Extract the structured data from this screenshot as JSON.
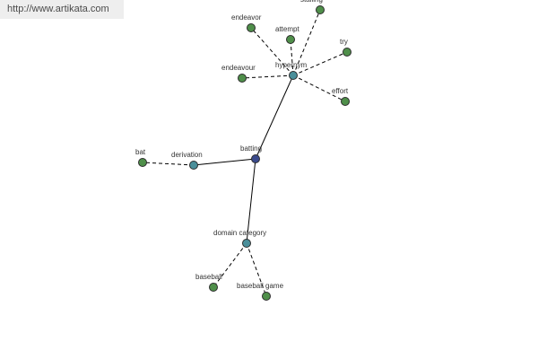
{
  "header": {
    "url": "http://www.artikata.com"
  },
  "colors": {
    "root": "#3a4a8c",
    "relation": "#4a8f9a",
    "leaf": "#4f8f4a"
  },
  "nodes": {
    "batting": {
      "label": "batting",
      "kind": "root"
    },
    "hypernym": {
      "label": "hypernym",
      "kind": "relation"
    },
    "derivation": {
      "label": "derivation",
      "kind": "relation"
    },
    "domain_category": {
      "label": "domain category",
      "kind": "relation"
    },
    "stalling": {
      "label": "stalling",
      "kind": "leaf"
    },
    "endeavor": {
      "label": "endeavor",
      "kind": "leaf"
    },
    "attempt": {
      "label": "attempt",
      "kind": "leaf"
    },
    "try": {
      "label": "try",
      "kind": "leaf"
    },
    "endeavour": {
      "label": "endeavour",
      "kind": "leaf"
    },
    "effort": {
      "label": "effort",
      "kind": "leaf"
    },
    "bat": {
      "label": "bat",
      "kind": "leaf"
    },
    "baseball": {
      "label": "baseball",
      "kind": "leaf"
    },
    "baseball_game": {
      "label": "baseball game",
      "kind": "leaf"
    }
  },
  "edges": [
    {
      "from": "batting",
      "to": "hypernym",
      "style": "solid"
    },
    {
      "from": "batting",
      "to": "derivation",
      "style": "solid"
    },
    {
      "from": "batting",
      "to": "domain_category",
      "style": "solid"
    },
    {
      "from": "hypernym",
      "to": "stalling",
      "style": "dashed"
    },
    {
      "from": "hypernym",
      "to": "endeavor",
      "style": "dashed"
    },
    {
      "from": "hypernym",
      "to": "attempt",
      "style": "dashed"
    },
    {
      "from": "hypernym",
      "to": "try",
      "style": "dashed"
    },
    {
      "from": "hypernym",
      "to": "endeavour",
      "style": "dashed"
    },
    {
      "from": "hypernym",
      "to": "effort",
      "style": "dashed"
    },
    {
      "from": "derivation",
      "to": "bat",
      "style": "dashed"
    },
    {
      "from": "domain_category",
      "to": "baseball",
      "style": "dashed"
    },
    {
      "from": "domain_category",
      "to": "baseball_game",
      "style": "dashed"
    }
  ]
}
